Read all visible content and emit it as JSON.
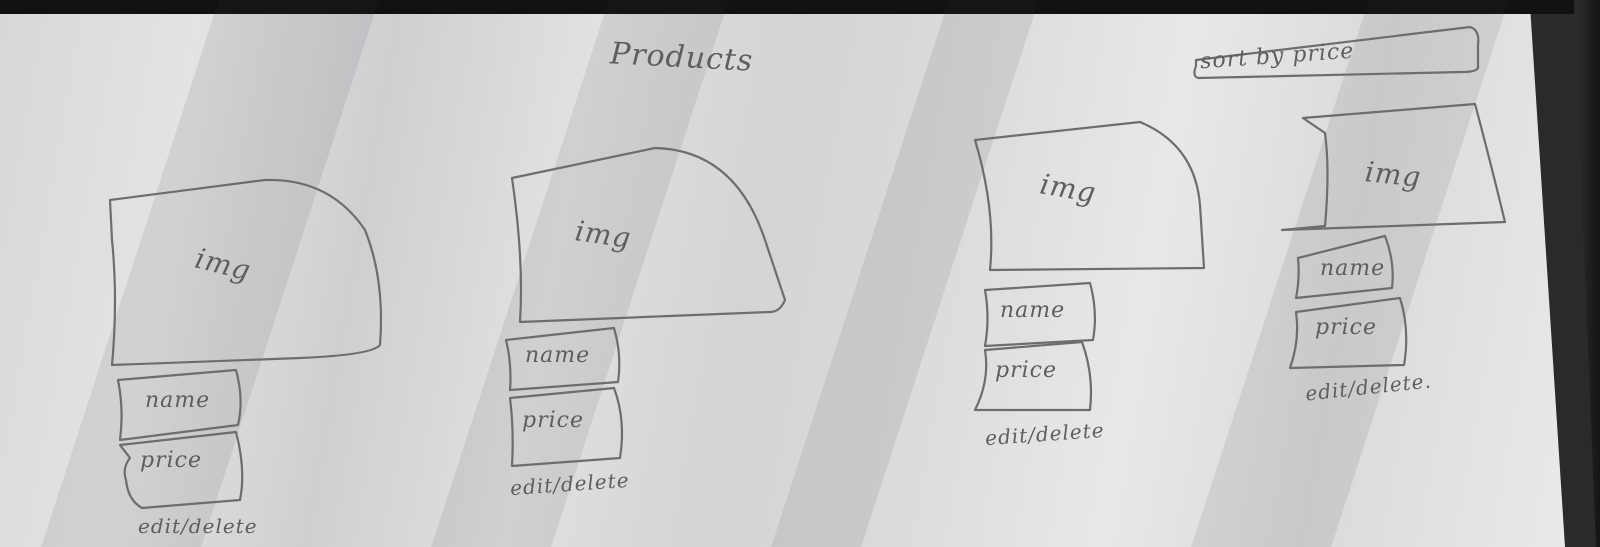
{
  "page": {
    "title": "Products"
  },
  "toolbar": {
    "sort_button": "sort by price"
  },
  "products": [
    {
      "image": "img",
      "name": "name",
      "price": "price",
      "actions": "edit/delete"
    },
    {
      "image": "img",
      "name": "name",
      "price": "price",
      "actions": "edit/delete"
    },
    {
      "image": "img",
      "name": "name",
      "price": "price",
      "actions": "edit/delete"
    },
    {
      "image": "img",
      "name": "name",
      "price": "price",
      "actions": "edit/delete."
    }
  ]
}
